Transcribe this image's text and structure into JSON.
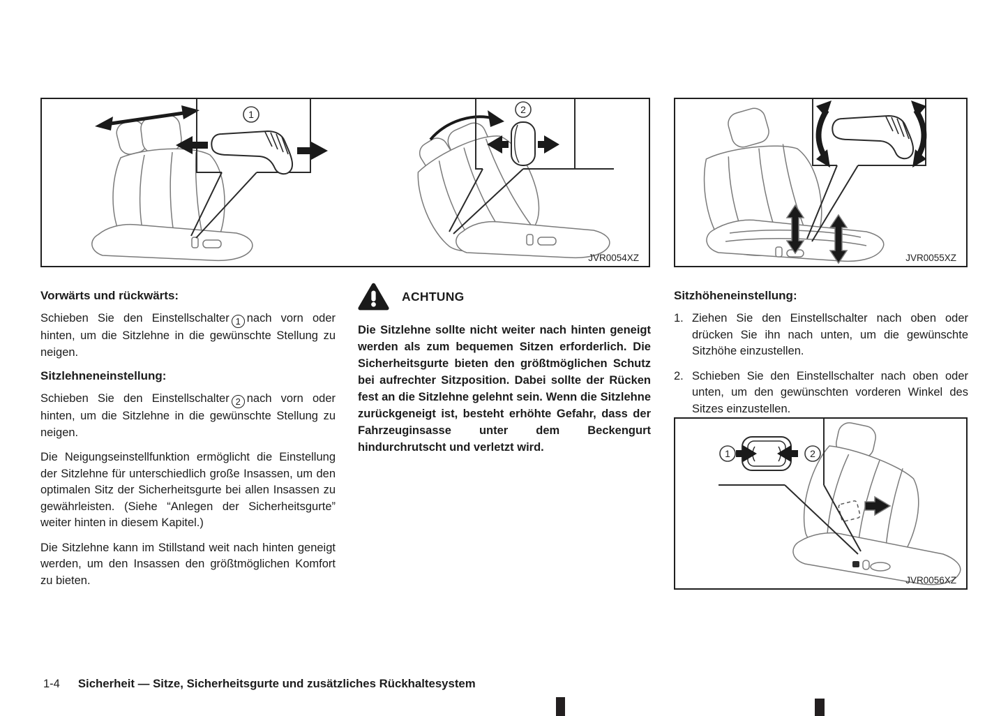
{
  "figures": {
    "fig1": {
      "code": "JVR0054XZ",
      "marker1": "1",
      "marker2": "2"
    },
    "fig2": {
      "code": "JVR0055XZ"
    },
    "fig3": {
      "code": "JVR0056XZ",
      "marker1": "1",
      "marker2": "2"
    }
  },
  "col1": {
    "heading_fwd": "Vorwärts und rückwärts:",
    "p1": {
      "before": "Schieben Sie den Einstellschalter",
      "marker": "1",
      "after": "nach vorn oder hinten, um die Sitzlehne in die gewünschte Stellung zu neigen."
    },
    "heading_recline": "Sitzlehneneinstellung:",
    "p2": {
      "before": "Schieben Sie den Einstellschalter",
      "marker": "2",
      "after": "nach vorn oder hinten, um die Sitzlehne in die gewünschte Stellung zu neigen."
    },
    "p3": "Die Neigungseinstellfunktion ermöglicht die Einstellung der Sitzlehne für unterschiedlich große Insassen, um den optimalen Sitz der Sicherheitsgurte bei allen Insassen zu gewährleisten. (Siehe “Anlegen der Sicherheitsgurte” weiter hinten in diesem Kapitel.)",
    "p4": "Die Sitzlehne kann im Stillstand weit nach hinten geneigt werden, um den Insassen den größtmöglichen Komfort zu bieten."
  },
  "col2": {
    "warning_label": "ACHTUNG",
    "warning_text": "Die Sitzlehne sollte nicht weiter nach hinten geneigt werden als zum bequemen Sitzen erforderlich. Die Sicherheitsgurte bieten den größtmöglichen Schutz bei aufrechter Sitzposition. Dabei sollte der Rücken fest an die Sitzlehne gelehnt sein. Wenn die Sitzlehne zurückgeneigt ist, besteht erhöhte Gefahr, dass der Fahrzeuginsasse unter dem Beckengurt hindurchrutscht und verletzt wird."
  },
  "col3": {
    "heading_height": "Sitzhöheneinstellung:",
    "item1_num": "1.",
    "item1": "Ziehen Sie den Einstellschalter nach oben oder drücken Sie ihn nach unten, um die gewünschte Sitzhöhe einzustellen.",
    "item2_num": "2.",
    "item2": "Schieben Sie den Einstellschalter nach oben oder unten, um den gewünschten vorderen Winkel des Sitzes einzustellen."
  },
  "footer": {
    "page_number": "1-4",
    "chapter_title": "Sicherheit — Sitze, Sicherheitsgurte und zusätzliches Rückhaltesystem"
  },
  "colors": {
    "ink": "#1c1c1c",
    "drawing_line": "#757575",
    "arrow_fill": "#1a1a1a"
  }
}
